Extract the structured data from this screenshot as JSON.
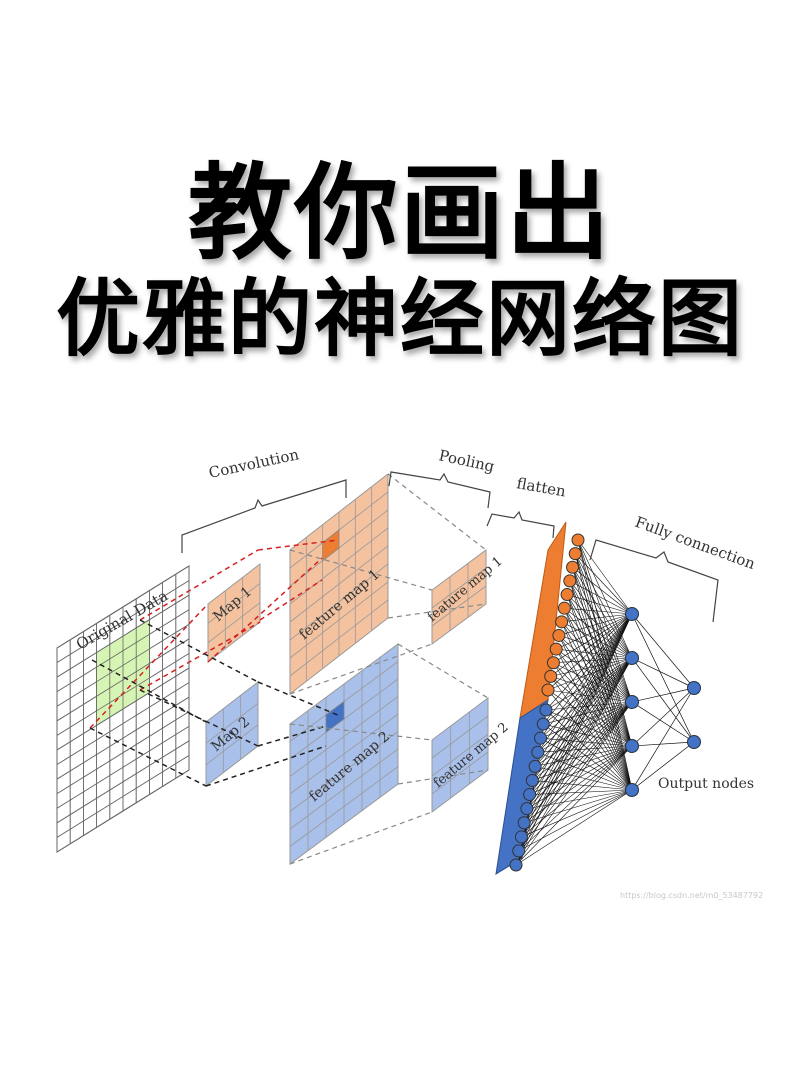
{
  "title": {
    "line1": "教你画出",
    "line2": "优雅的神经网络图"
  },
  "diagram": {
    "labels": {
      "convolution": "Convolution",
      "pooling": "Pooling",
      "flatten": "flatten",
      "fully_connection": "Fully connection",
      "original_data": "Original Data",
      "map1": "Map 1",
      "map2": "Map 2",
      "feature_map1": "feature map 1",
      "feature_map2": "feature map 2",
      "output_nodes": "Output nodes"
    },
    "watermark": "https://blog.csdn.net/m0_53487792",
    "colors": {
      "orange_fill": "#f4c29f",
      "orange_dark": "#ed7d31",
      "blue_fill": "#a9c0ea",
      "blue_dark": "#4472c4",
      "green_fill": "#d6f5b4",
      "red_dash": "#d62020"
    },
    "network": {
      "flatten_orange_nodes": 12,
      "flatten_blue_nodes": 12,
      "hidden_nodes": 5,
      "output_nodes": 2
    }
  }
}
